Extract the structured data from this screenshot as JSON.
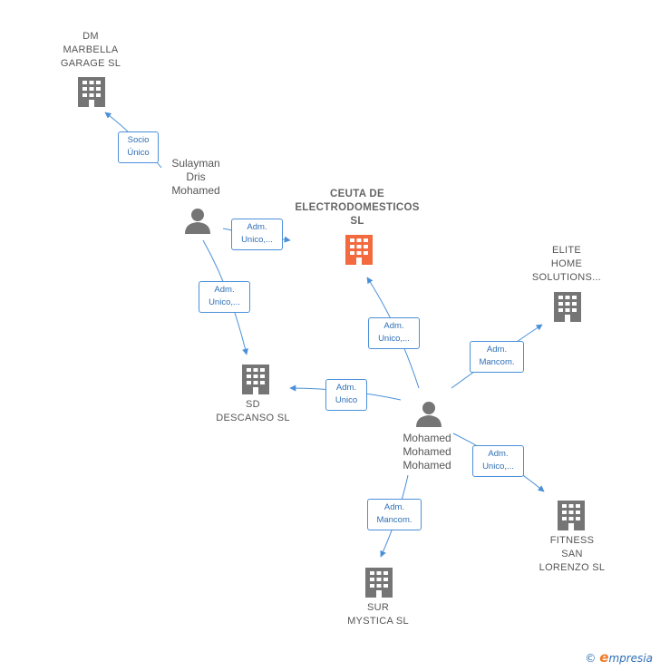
{
  "colors": {
    "edge": "#4a90d9",
    "company": "#757575",
    "focus_company": "#f26a3d",
    "person": "#757575"
  },
  "nodes": {
    "dm_marbella": {
      "label": "DM\nMARBELLA\nGARAGE  SL",
      "icon": "building-icon"
    },
    "ceuta": {
      "label": "CEUTA DE\nELECTRODOMESTICOS\nSL",
      "icon": "building-icon"
    },
    "elite": {
      "label": "ELITE\nHOME\nSOLUTIONS...",
      "icon": "building-icon"
    },
    "sd_descanso": {
      "label": "SD\nDESCANSO  SL",
      "icon": "building-icon"
    },
    "fitness": {
      "label": "FITNESS\nSAN\nLORENZO  SL",
      "icon": "building-icon"
    },
    "sur_mystica": {
      "label": "SUR\nMYSTICA  SL",
      "icon": "building-icon"
    },
    "sulayman": {
      "label": "Sulayman\nDris\nMohamed",
      "icon": "person-icon"
    },
    "mohamed": {
      "label": "Mohamed\nMohamed\nMohamed",
      "icon": "person-icon"
    }
  },
  "edges": {
    "sulayman_dm": "Socio\nÚnico",
    "sulayman_ceuta": "Adm.\nUnico,...",
    "sulayman_sd": "Adm.\nUnico,...",
    "mohamed_ceuta": "Adm.\nUnico,...",
    "mohamed_elite": "Adm.\nMancom.",
    "mohamed_sd": "Adm.\nUnico",
    "mohamed_fitness": "Adm.\nUnico,...",
    "mohamed_sur": "Adm.\nMancom."
  },
  "footer": {
    "copyright_symbol": "©",
    "brand_initial": "e",
    "brand_rest": "mpresia"
  }
}
